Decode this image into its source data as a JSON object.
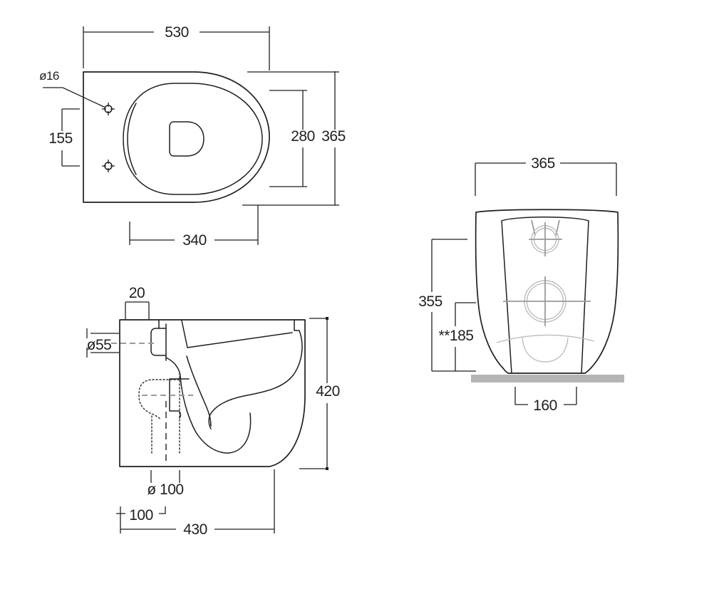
{
  "colors": {
    "line": "#1f1f1f",
    "light_gray_detail": "#bdbdbd",
    "mid_gray_detail": "#9a9a9a",
    "floor_gray": "#b5b5b5",
    "background": "#ffffff"
  },
  "top_view": {
    "dims": {
      "overall_width": "530",
      "fixing_hole_diameter": "ø16",
      "fixing_hole_spacing": "155",
      "seat_depth": "280",
      "overall_depth": "365",
      "bowl_width": "340"
    }
  },
  "side_view": {
    "dims": {
      "rear_offset": "20",
      "water_inlet_diameter": "ø55",
      "overall_height": "420",
      "waste_outlet_diameter": "ø 100",
      "waste_outlet_offset": "100",
      "overall_length": "430"
    }
  },
  "front_view": {
    "dims": {
      "overall_width": "365",
      "inlet_height": "355",
      "outlet_height": "**185",
      "base_width": "160"
    }
  }
}
